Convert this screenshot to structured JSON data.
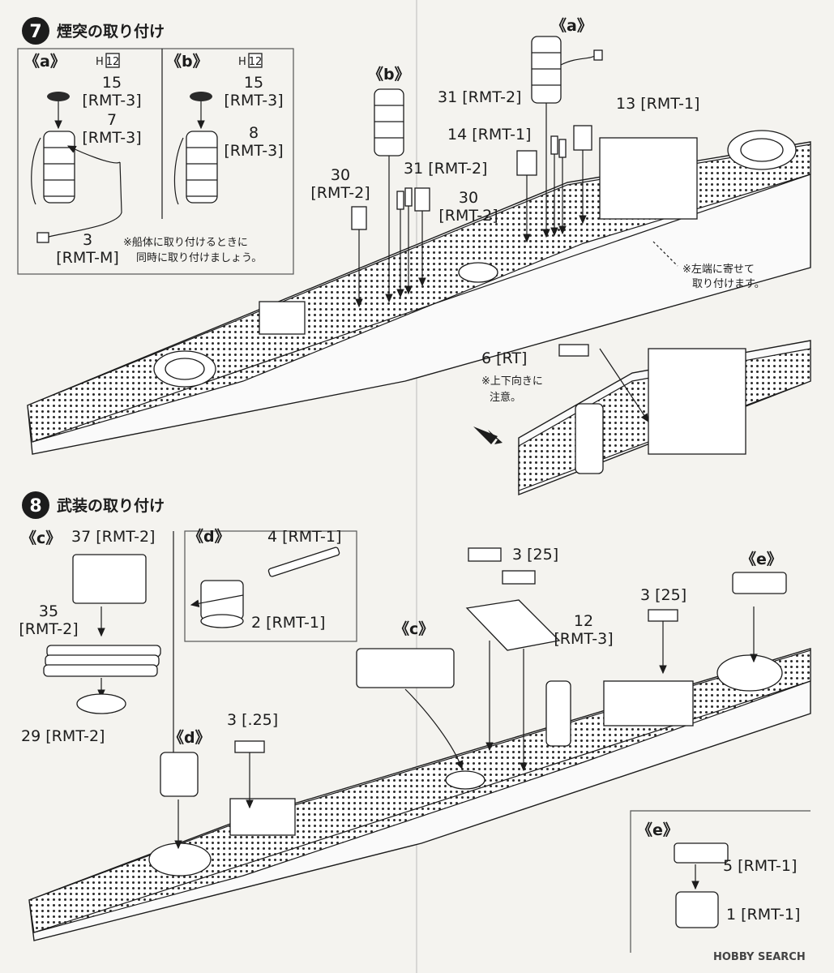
{
  "steps": [
    {
      "number": "7",
      "title": "煙突の取り付け"
    },
    {
      "number": "8",
      "title": "武装の取り付け"
    }
  ],
  "step7": {
    "box_a": {
      "tag": "《a》",
      "sprue": "H",
      "sprue_num": "12",
      "part1_num": "15",
      "part1_code": "[RMT-3]",
      "part2_num": "7",
      "part2_code": "[RMT-3]",
      "part3_num": "3",
      "part3_code": "[RMT-M]",
      "note1": "※船体に取り付けるときに",
      "note2": "同時に取り付けましょう。"
    },
    "box_b": {
      "tag": "《b》",
      "sprue": "H",
      "sprue_num": "12",
      "part1_num": "15",
      "part1_code": "[RMT-3]",
      "part2_num": "8",
      "part2_code": "[RMT-3]"
    },
    "main": {
      "tag_b": "《b》",
      "tag_a": "《a》",
      "p31a": "31 [RMT-2]",
      "p13": "13 [RMT-1]",
      "p14": "14 [RMT-1]",
      "p31b": "31 [RMT-2]",
      "p30a_num": "30",
      "p30a_code": "[RMT-2]",
      "p30b_num": "30",
      "p30b_code": "[RMT-2]",
      "note1": "※左端に寄せて",
      "note2": "取り付けます。"
    },
    "detail": {
      "p6": "6 [RT]",
      "note1": "※上下向きに",
      "note2": "注意。"
    }
  },
  "step8": {
    "box_c": {
      "tag": "《c》",
      "p37": "37 [RMT-2]",
      "p35_num": "35",
      "p35_code": "[RMT-2]",
      "p29": "29 [RMT-2]"
    },
    "box_d": {
      "tag": "《d》",
      "p4": "4 [RMT-1]",
      "p2": "2 [RMT-1]"
    },
    "main": {
      "p3a": "3 [25]",
      "p3b": "3 [25]",
      "p3c": "3 [.25]",
      "p12_num": "12",
      "p12_code": "[RMT-3]",
      "tag_c": "《c》",
      "tag_d": "《d》",
      "tag_e": "《e》"
    },
    "box_e": {
      "tag": "《e》",
      "p5": "5 [RMT-1]",
      "p1": "1 [RMT-1]"
    }
  },
  "watermark": "HOBBY SEARCH",
  "colors": {
    "ink": "#1c1c1c",
    "paper": "#f4f3ef",
    "badge": "#1c1c1c"
  }
}
